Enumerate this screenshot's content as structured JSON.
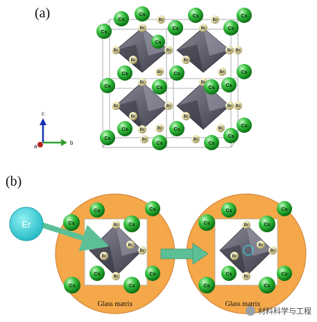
{
  "panel_a": {
    "label": "(a)"
  },
  "panel_b": {
    "label": "(b)"
  },
  "atoms": {
    "cs": "Cs",
    "br": "Br",
    "er": "Er"
  },
  "axes": {
    "c": "c",
    "b": "b",
    "a": "a"
  },
  "glass_matrix": {
    "label": "Glass matrix"
  },
  "watermark": {
    "text": "材料科学与工程"
  },
  "colors": {
    "cs": "#2fbf3c",
    "br": "#e6e0a0",
    "octahedron": "#6a6a78",
    "glass": "#f5a84a",
    "er": "#38d0d8",
    "arrow": "#5dbf96"
  }
}
